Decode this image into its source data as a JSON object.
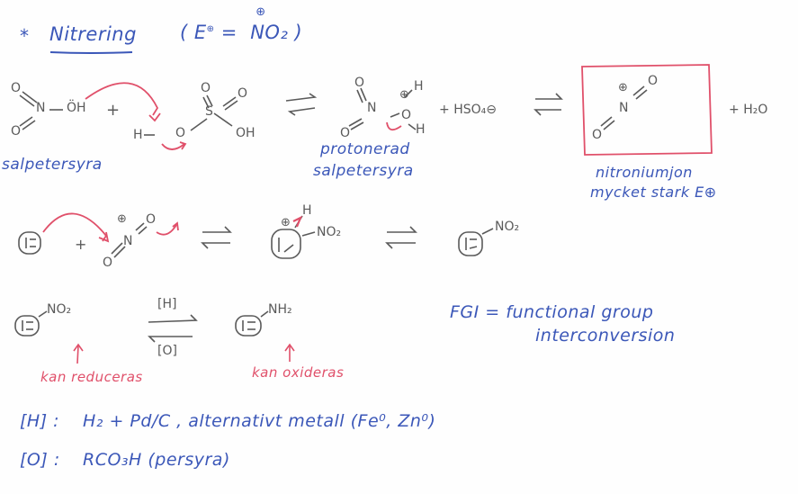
{
  "title": {
    "bullet": "*",
    "heading": "Nitrering",
    "electrophile_expr": "( E⊕ =  NO₂⊕ )",
    "electrophile_label": "E",
    "electrophile_charge": "⊕",
    "equals": "=",
    "nitronium_formula": "NO₂",
    "nitronium_charge": "⊕"
  },
  "step1": {
    "nitric_acid": {
      "formula": "O₂N—ÖH",
      "label": "salpetersyra"
    },
    "plus_1": "+",
    "sulfuric_acid": {
      "formula": "H—O—SO₂—OH"
    },
    "arrow_1": "⇄",
    "protonated": {
      "formula": "O₂N—O⊕H₂",
      "label_line1": "protonerad",
      "label_line2": "salpetersyra"
    },
    "plus_2": "+",
    "bisulfate": "HSO₄⊖",
    "arrow_2": "⇄",
    "nitronium": {
      "formula": "O=N⊕=O",
      "label_line1": "nitroniumjon",
      "label_line2": "mycket stark E⊕"
    },
    "plus_3": "+",
    "water": "H₂O"
  },
  "step2": {
    "benzene": "benzene",
    "plus": "+",
    "nitronium": "O=N⊕=O",
    "arrow_1": "⇄",
    "sigma_complex": {
      "H": "H",
      "charge": "⊕",
      "group": "NO₂"
    },
    "arrow_2": "⇄",
    "product_group": "NO₂"
  },
  "fgi": {
    "left_group": "NO₂",
    "reagent_forward": "[H]",
    "reagent_back": "[O]",
    "right_group": "NH₂",
    "left_note": "kan reduceras",
    "right_note": "kan oxideras",
    "definition_line1": "FGI = functional group",
    "definition_line2": "interconversion"
  },
  "reagents": {
    "reduction_label": "[H] :",
    "reduction_text": "H₂ + Pd/C , alternativt metall (Fe⁰, Zn⁰)",
    "oxidation_label": "[O] :",
    "oxidation_text": "RCO₃H (persyra)"
  },
  "colors": {
    "ink_blue": "#3b57b8",
    "ink_red": "#e0506a",
    "ink_gray": "#5a5a5a",
    "paper": "#fefefe"
  }
}
